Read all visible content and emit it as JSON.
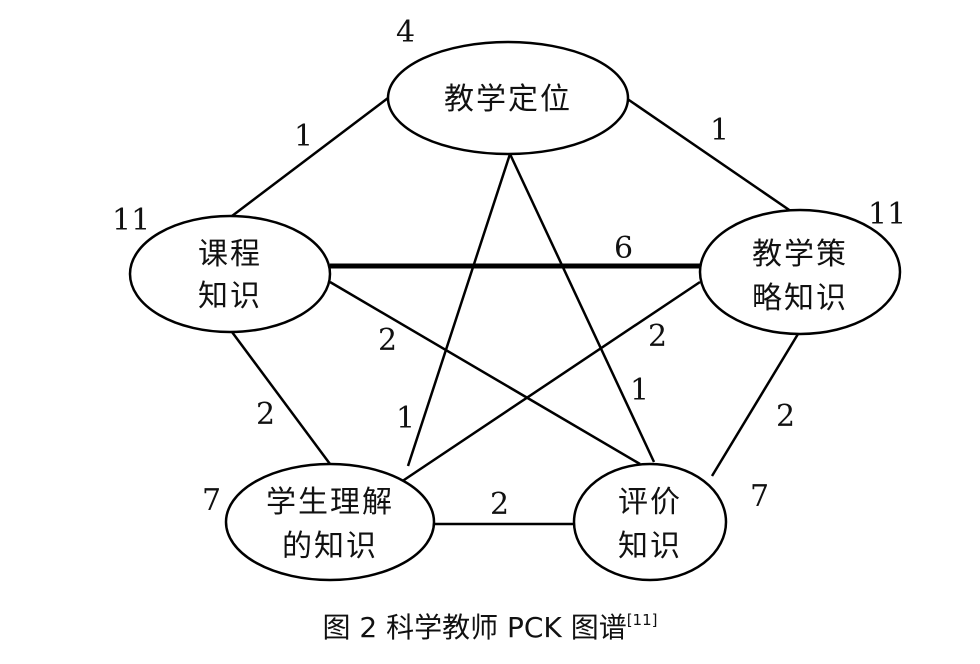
{
  "nodes": {
    "teaching_orientation": {
      "lines": [
        "教学定位"
      ],
      "degree": "4"
    },
    "curriculum": {
      "lines": [
        "课程",
        "知识"
      ],
      "degree": "11"
    },
    "strategy": {
      "lines": [
        "教学策",
        "略知识"
      ],
      "degree": "11"
    },
    "student": {
      "lines": [
        "学生理解",
        "的知识"
      ],
      "degree": "7"
    },
    "assessment": {
      "lines": [
        "评价",
        "知识"
      ],
      "degree": "7"
    }
  },
  "edges": [
    {
      "from": "teaching_orientation",
      "to": "curriculum",
      "weight": "1"
    },
    {
      "from": "teaching_orientation",
      "to": "strategy",
      "weight": "1"
    },
    {
      "from": "curriculum",
      "to": "strategy",
      "weight": "6"
    },
    {
      "from": "curriculum",
      "to": "assessment",
      "weight": "2"
    },
    {
      "from": "strategy",
      "to": "student",
      "weight": "2"
    },
    {
      "from": "teaching_orientation",
      "to": "assessment",
      "weight": "1"
    },
    {
      "from": "teaching_orientation",
      "to": "student",
      "weight": "1"
    },
    {
      "from": "curriculum",
      "to": "student",
      "weight": "2"
    },
    {
      "from": "strategy",
      "to": "assessment",
      "weight": "2"
    },
    {
      "from": "student",
      "to": "assessment",
      "weight": "2"
    }
  ],
  "caption": {
    "text": "图 2  科学教师 PCK 图谱",
    "ref": "[11]"
  }
}
